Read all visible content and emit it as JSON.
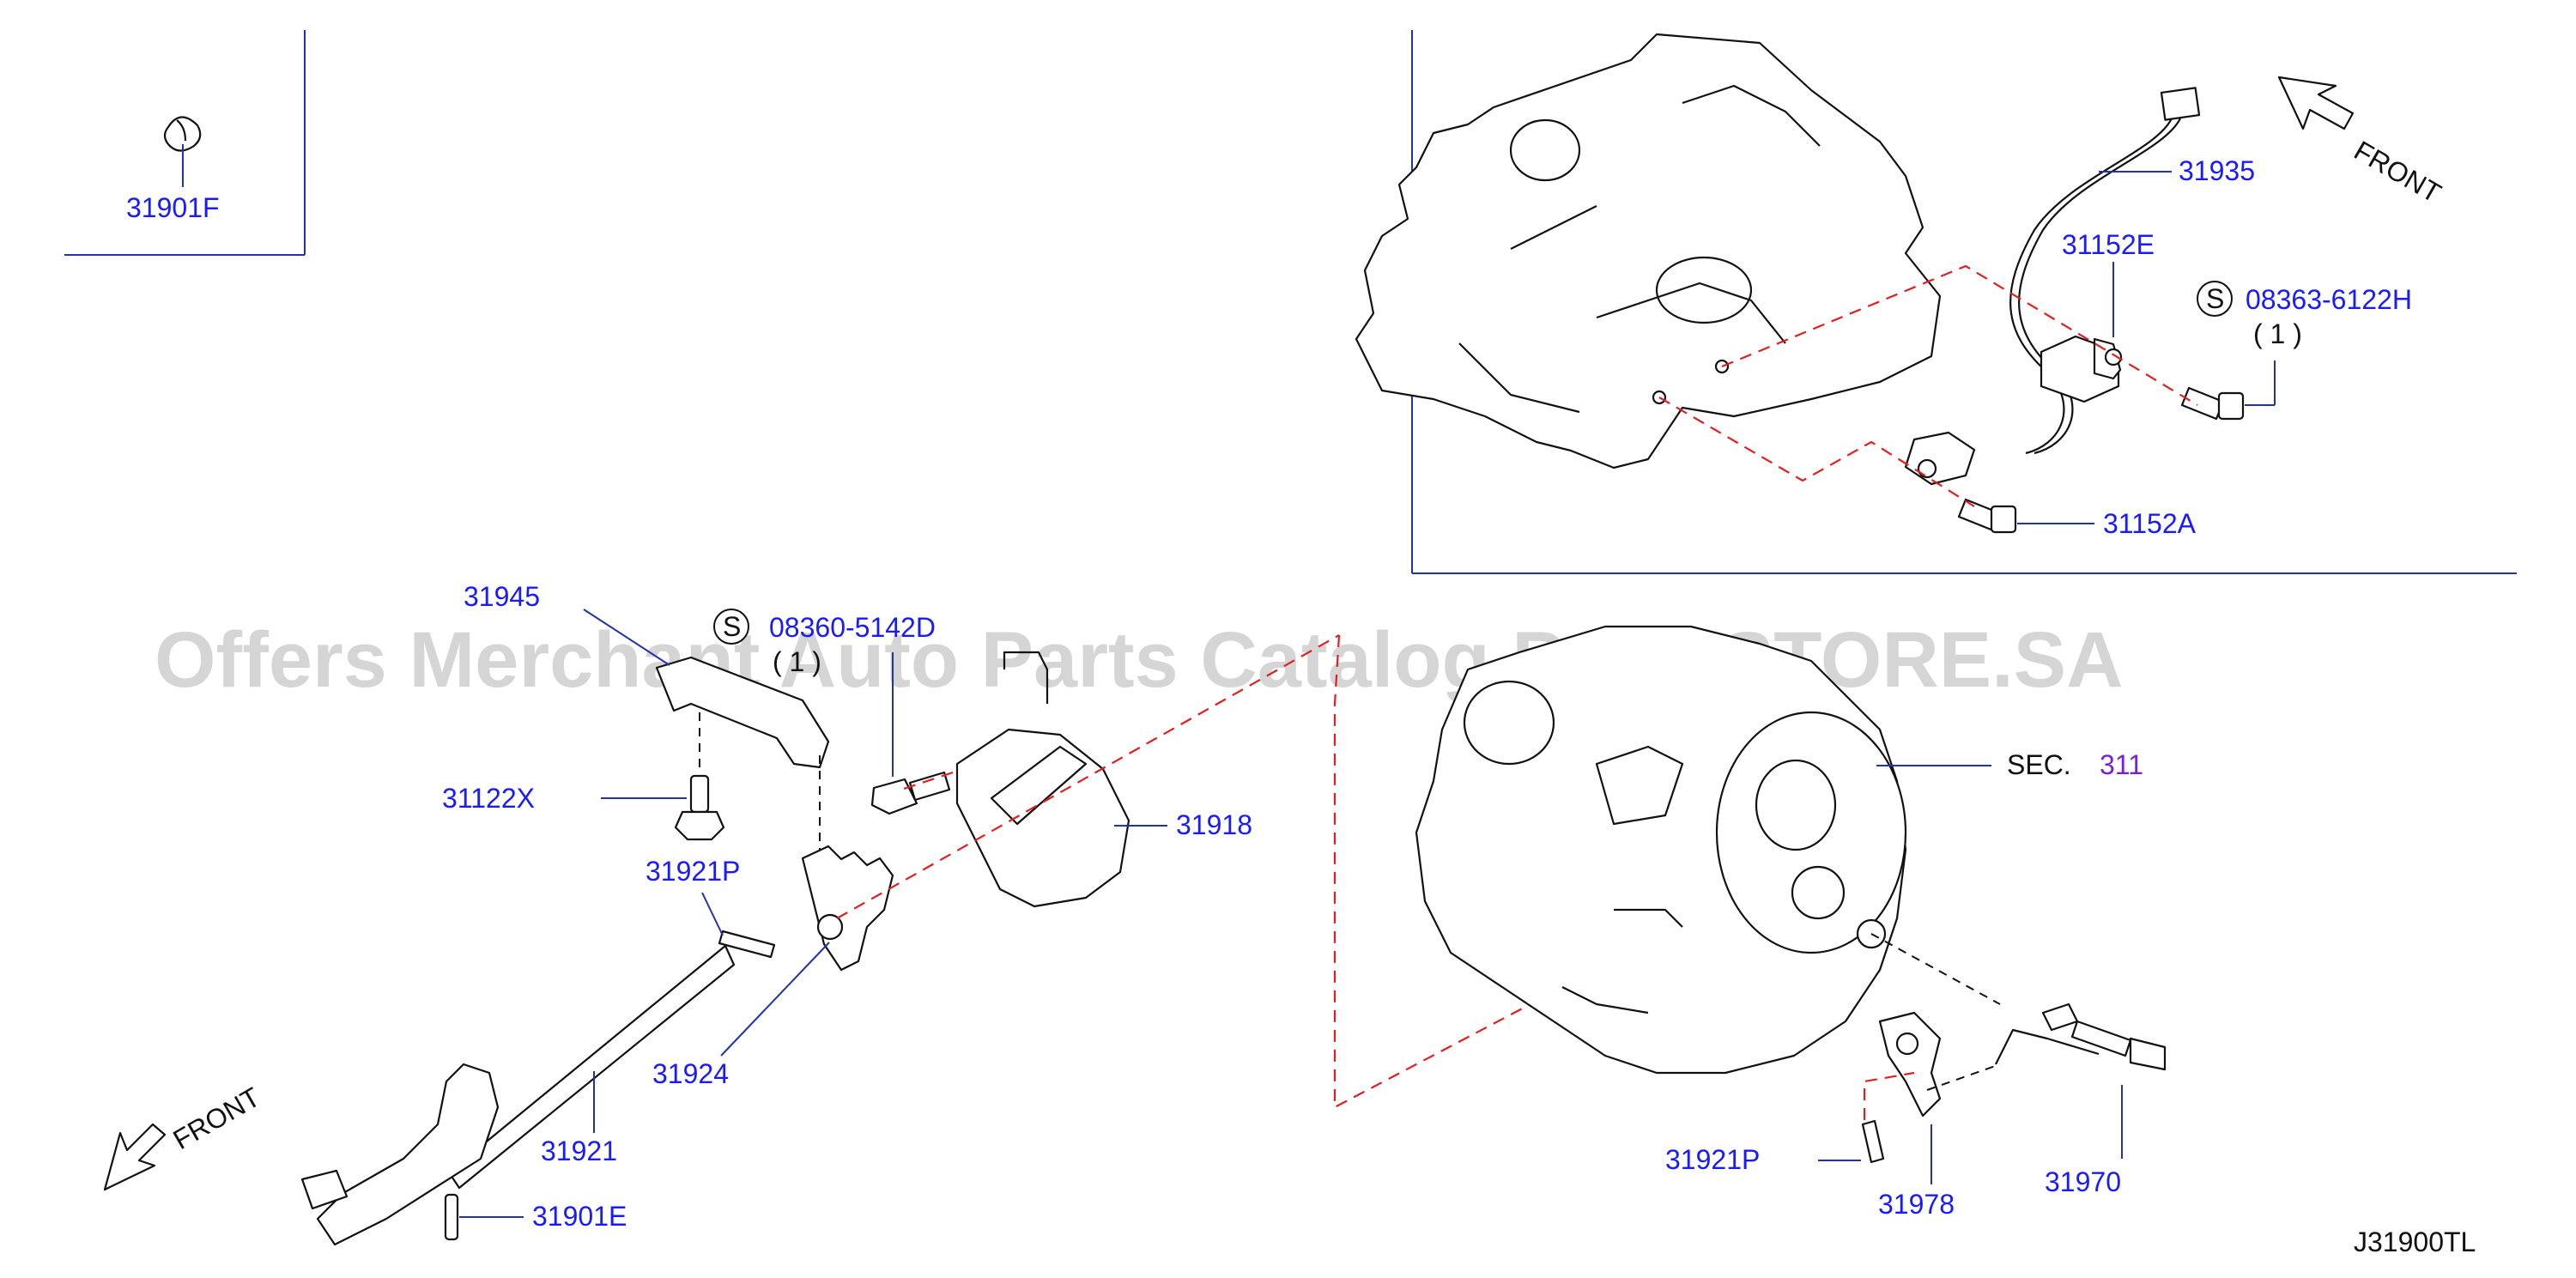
{
  "diagram": {
    "drawing_code": "J31900TL",
    "watermark": "Offers Merchant Auto Parts Catalog PARTSTORE.SA",
    "front_label": "FRONT",
    "section_prefix": "SEC.",
    "section_number": "311",
    "screw_symbol": "S",
    "parts": {
      "p31901F": "31901F",
      "p31935": "31935",
      "p31152E": "31152E",
      "p08363": "08363-6122H",
      "p08363_qty": "( 1 )",
      "p31152A": "31152A",
      "p31945": "31945",
      "p08360": "08360-5142D",
      "p08360_qty": "( 1 )",
      "p31122X": "31122X",
      "p31921P_left": "31921P",
      "p31918": "31918",
      "p31924": "31924",
      "p31921": "31921",
      "p31901E": "31901E",
      "p31921P_right": "31921P",
      "p31978": "31978",
      "p31970": "31970"
    }
  }
}
